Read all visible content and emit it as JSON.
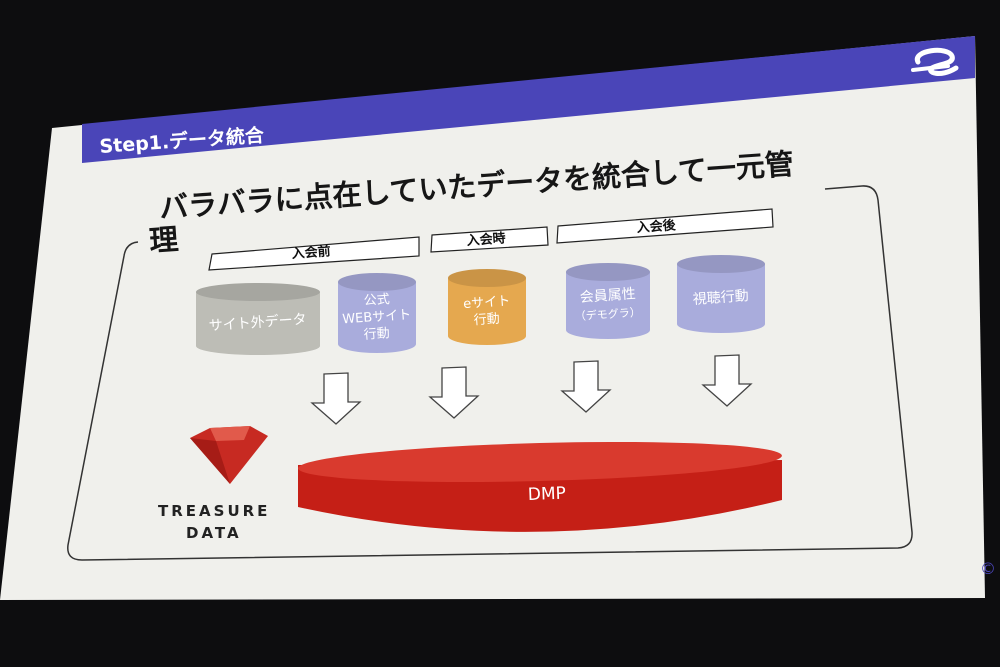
{
  "header": {
    "title": "Step1.データ統合"
  },
  "headline": {
    "line1": "バラバラに点在していたデータを統合して一元管",
    "line2": "理"
  },
  "phases": [
    {
      "label": "入会前"
    },
    {
      "label": "入会時"
    },
    {
      "label": "入会後"
    }
  ],
  "sources": [
    {
      "lines": [
        "サイト外データ"
      ],
      "color": "#bdbdb6"
    },
    {
      "lines": [
        "公式",
        "WEBサイト",
        "行動"
      ],
      "color": "#a9acdc"
    },
    {
      "lines": [
        "eサイト",
        "行動"
      ],
      "color": "#e5a84f"
    },
    {
      "lines": [
        "会員属性",
        "（デモグラ）"
      ],
      "color": "#a9acdc"
    },
    {
      "lines": [
        "視聴行動"
      ],
      "color": "#a9acdc"
    }
  ],
  "dmp": {
    "label": "DMP",
    "color": "#c51f16"
  },
  "brand": {
    "line1": "TREASURE",
    "line2": "DATA",
    "color": "#c72a22"
  },
  "corner": {
    "copyright": "©"
  },
  "colors": {
    "header_band": "#4a45b8",
    "slide_bg": "#f0f0ec"
  }
}
